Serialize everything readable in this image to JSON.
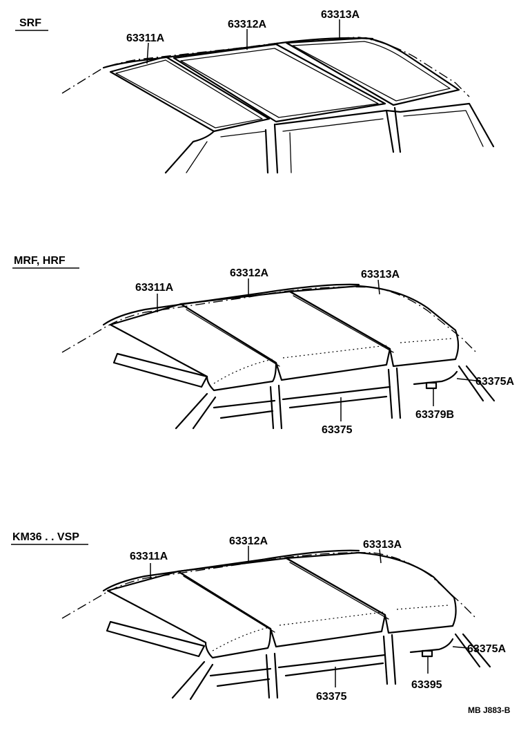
{
  "sections": [
    {
      "title": "SRF",
      "labels": {
        "p1": "63311A",
        "p2": "63312A",
        "p3": "63313A"
      }
    },
    {
      "title": "MRF, HRF",
      "labels": {
        "p1": "63311A",
        "p2": "63312A",
        "p3": "63313A",
        "p4": "63375A",
        "p5": "63375",
        "p6": "63379B"
      }
    },
    {
      "title": "KM36 . . VSP",
      "labels": {
        "p1": "63311A",
        "p2": "63312A",
        "p3": "63313A",
        "p4": "63375A",
        "p5": "63375",
        "p6": "63395"
      }
    }
  ],
  "footer_code": "MB  J883-B"
}
